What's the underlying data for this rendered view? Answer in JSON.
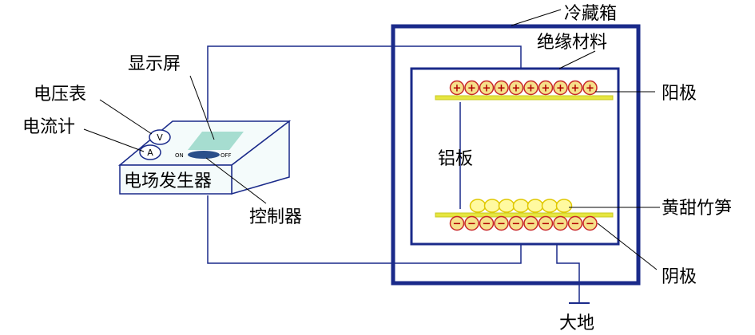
{
  "labels": {
    "fridge": "冷藏箱",
    "insulation": "绝缘材料",
    "anode": "阳极",
    "cathode": "阴极",
    "aluminum_plate": "铝板",
    "bamboo_shoots": "黄甜竹笋",
    "ground": "大地",
    "display": "显示屏",
    "voltmeter": "电压表",
    "ammeter": "电流计",
    "generator": "电场发生器",
    "controller": "控制器"
  },
  "device": {
    "voltmeter_symbol": "V",
    "ammeter_symbol": "A",
    "on_text": "ON",
    "off_text": "OFF"
  },
  "symbols": {
    "positive": "+",
    "negative": "−"
  },
  "counts": {
    "anode_charges": 10,
    "cathode_charges": 10,
    "bamboo_shoots": 7
  },
  "colors": {
    "wire": "#1a2a8a",
    "plate": "#e6e640",
    "charge_circle": "#c82828",
    "shoot_fill": "#fff9a0",
    "shoot_stroke": "#e0c800",
    "display_screen": "#a6ddd0",
    "switch_knob": "#2a4f8a"
  }
}
